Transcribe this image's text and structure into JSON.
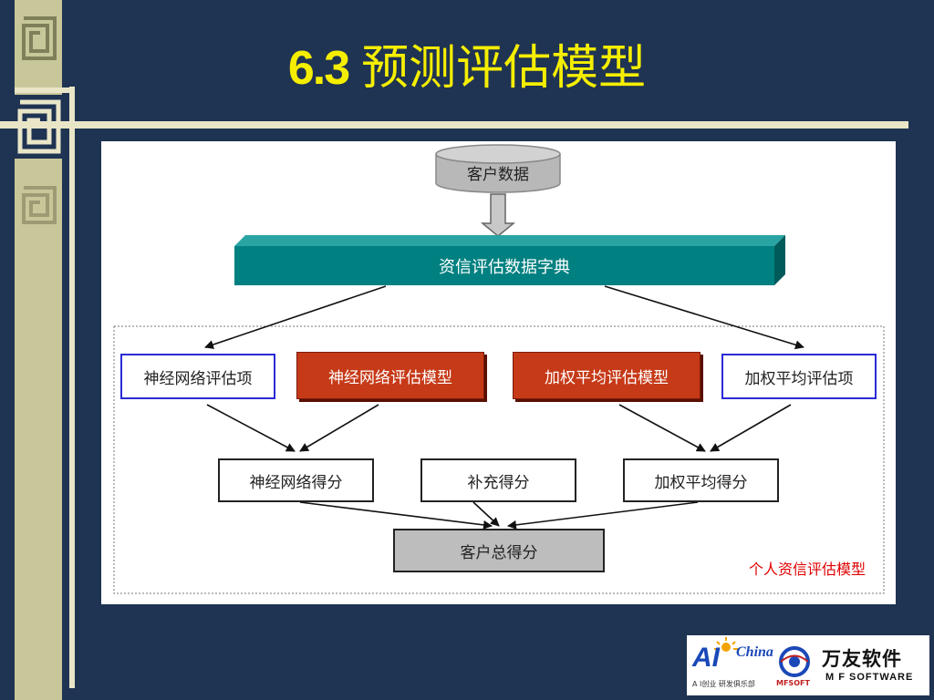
{
  "slide": {
    "title_number": "6.3",
    "title_text": "预测评估模型"
  },
  "diagram": {
    "source": "客户数据",
    "dictionary": "资信评估数据字典",
    "items": {
      "nn_item": "神经网络评估项",
      "nn_model": "神经网络评估模型",
      "wa_model": "加权平均评估模型",
      "wa_item": "加权平均评估项"
    },
    "scores": {
      "nn_score": "神经网络得分",
      "extra_score": "补充得分",
      "wa_score": "加权平均得分"
    },
    "total": "客户总得分",
    "caption": "个人资信评估模型"
  },
  "logo": {
    "ai": "AI",
    "china": "China",
    "ai_sub": "A I创业  研发俱乐部",
    "mfsoft": "MFSOFT",
    "company": "万友软件",
    "company_en": "M F SOFTWARE"
  },
  "colors": {
    "background": "#1f3352",
    "title": "#f5ee00",
    "dictionary": "#008080",
    "model_box": "#c63a18",
    "item_border": "#2a2ad6",
    "caption": "#e00000"
  }
}
